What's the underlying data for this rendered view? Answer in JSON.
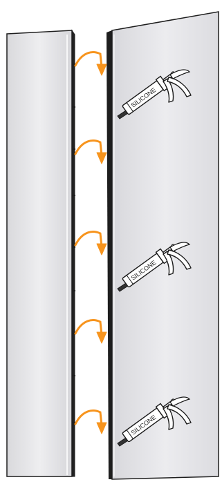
{
  "diagram": {
    "colors": {
      "panel_fill": "#e3e3e6",
      "panel_edge": "#1e1e1e",
      "arrow": "#f7941d",
      "gun_body": "#ffffff",
      "gun_outline": "#1a1a1a",
      "nozzle": "#333333"
    },
    "panels": [
      {
        "name": "left-glass-panel"
      },
      {
        "name": "right-glass-panel"
      }
    ],
    "fastening_arrows": [
      {
        "name": "orange-arrow-1",
        "icon": "curved-arrow-down-icon"
      },
      {
        "name": "orange-arrow-2",
        "icon": "curved-arrow-down-icon"
      },
      {
        "name": "orange-arrow-3",
        "icon": "curved-arrow-down-icon"
      },
      {
        "name": "orange-arrow-4",
        "icon": "curved-arrow-down-icon"
      },
      {
        "name": "orange-arrow-5",
        "icon": "curved-arrow-down-icon"
      }
    ],
    "silicone_guns": [
      {
        "name": "silicone-gun-1",
        "icon": "caulking-gun-icon",
        "label": "SILICONE"
      },
      {
        "name": "silicone-gun-2",
        "icon": "caulking-gun-icon",
        "label": "SILICONE"
      },
      {
        "name": "silicone-gun-3",
        "icon": "caulking-gun-icon",
        "label": "SILICONE"
      }
    ]
  }
}
